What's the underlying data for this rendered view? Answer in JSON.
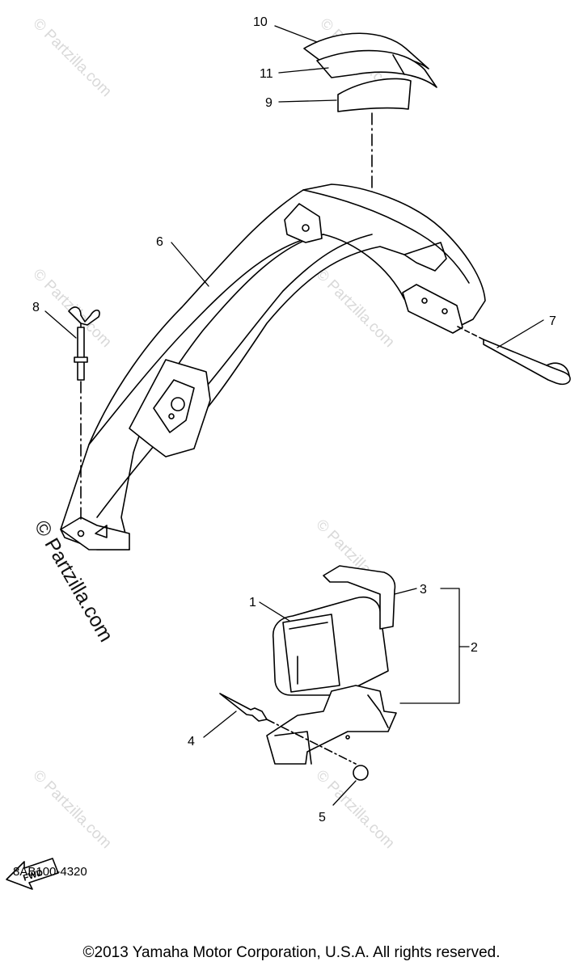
{
  "callouts": {
    "c1": "1",
    "c2": "2",
    "c3": "3",
    "c4": "4",
    "c5": "5",
    "c6": "6",
    "c7": "7",
    "c8": "8",
    "c9": "9",
    "c10": "10",
    "c11": "11"
  },
  "watermark": {
    "text": "© Partzilla.com",
    "color": "#d9d9d9"
  },
  "fwd_label": "FWD",
  "diagram_code": "8AB100-4320",
  "copyright": "©2013 Yamaha Motor Corporation, U.S.A. All rights reserved."
}
